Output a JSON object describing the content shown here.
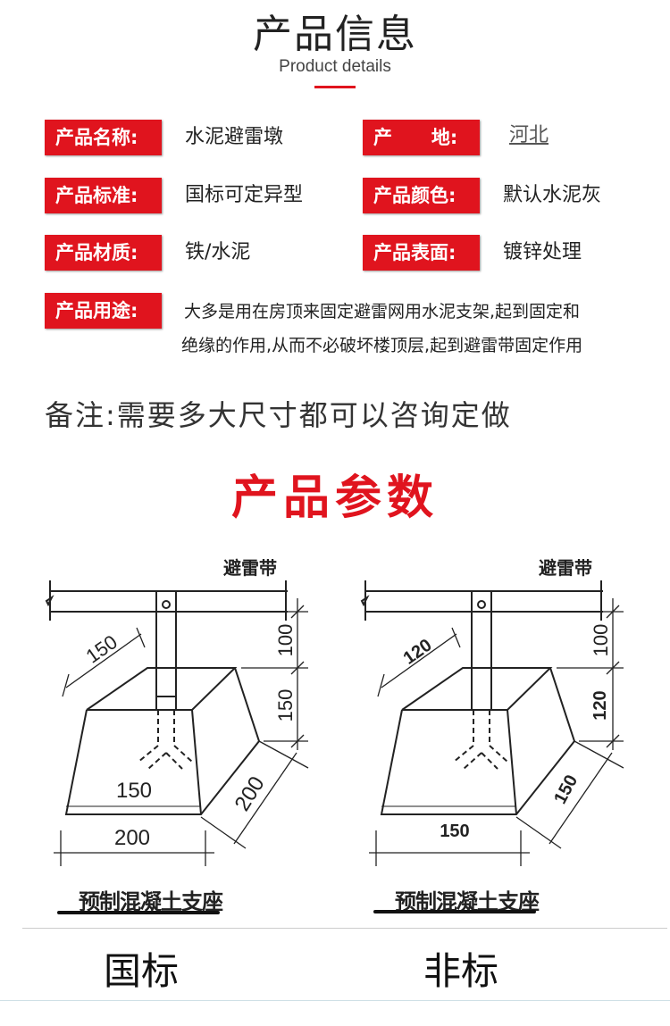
{
  "header": {
    "title": "产品信息",
    "subtitle": "Product details"
  },
  "info": [
    {
      "label": "产品名称:",
      "value": "水泥避雷墩"
    },
    {
      "label": "产      地:",
      "value": "河北"
    },
    {
      "label": "产品标准:",
      "value": "国标可定异型"
    },
    {
      "label": "产品颜色:",
      "value": "默认水泥灰"
    },
    {
      "label": "产品材质:",
      "value": "铁/水泥"
    },
    {
      "label": "产品表面:",
      "value": "镀锌处理"
    },
    {
      "label": "产品用途:",
      "value_line1": "大多是用在房顶来固定避雷网用水泥支架,起到固定和",
      "value_line2": "绝缘的作用,从而不必破坏楼顶层,起到避雷带固定作用"
    }
  ],
  "note": "备注:需要多大尺寸都可以咨询定做",
  "params_title": "产品参数",
  "diagrams": [
    {
      "rail_label": "避雷带",
      "dim_top_height": "100",
      "dim_block_height": "150",
      "dim_depth_top": "150",
      "dim_inner": "150",
      "dim_side": "200",
      "dim_bottom": "200",
      "caption": "预制混凝土支座",
      "standard": "国标"
    },
    {
      "rail_label": "避雷带",
      "dim_top_height": "100",
      "dim_block_height": "120",
      "dim_depth_top": "120",
      "dim_inner": "",
      "dim_side": "150",
      "dim_bottom": "150",
      "caption": "预制混凝土支座",
      "standard": "非标"
    }
  ],
  "colors": {
    "accent": "#e0141e"
  }
}
